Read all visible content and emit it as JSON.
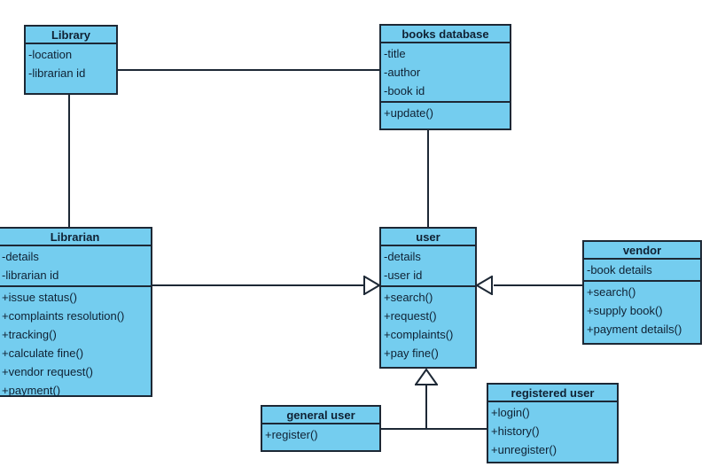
{
  "colors": {
    "background": "#ffffff",
    "box_fill": "#74cdef",
    "box_border": "#1d2835",
    "line": "#1d2835",
    "text": "#0f2133"
  },
  "classes": {
    "library": {
      "title": "Library",
      "attributes": [
        "-location",
        "-librarian id"
      ],
      "methods": []
    },
    "books_database": {
      "title": "books database",
      "attributes": [
        "-title",
        "-author",
        "-book id"
      ],
      "methods": [
        "+update()"
      ]
    },
    "librarian": {
      "title": "Librarian",
      "attributes": [
        "-details",
        "-librarian id"
      ],
      "methods": [
        "+issue status()",
        "+complaints resolution()",
        "+tracking()",
        "+calculate fine()",
        "+vendor request()",
        "+payment()"
      ]
    },
    "user": {
      "title": "user",
      "attributes": [
        "-details",
        "-user id"
      ],
      "methods": [
        "+search()",
        "+request()",
        "+complaints()",
        "+pay fine()"
      ]
    },
    "vendor": {
      "title": "vendor",
      "attributes": [
        "-book details"
      ],
      "methods": [
        "+search()",
        "+supply book()",
        "+payment details()"
      ]
    },
    "general_user": {
      "title": "general user",
      "attributes": [],
      "methods": [
        "+register()"
      ]
    },
    "registered_user": {
      "title": "registered user",
      "attributes": [],
      "methods": [
        "+login()",
        "+history()",
        "+unregister()"
      ]
    }
  },
  "relationships": [
    {
      "from": "Library",
      "to": "books database",
      "type": "association"
    },
    {
      "from": "Library",
      "to": "Librarian",
      "type": "association"
    },
    {
      "from": "books database",
      "to": "user",
      "type": "association"
    },
    {
      "from": "Librarian",
      "to": "user",
      "type": "generalization"
    },
    {
      "from": "vendor",
      "to": "user",
      "type": "generalization"
    },
    {
      "from": "general user",
      "to": "user",
      "type": "generalization"
    },
    {
      "from": "registered user",
      "to": "user",
      "type": "generalization"
    }
  ]
}
